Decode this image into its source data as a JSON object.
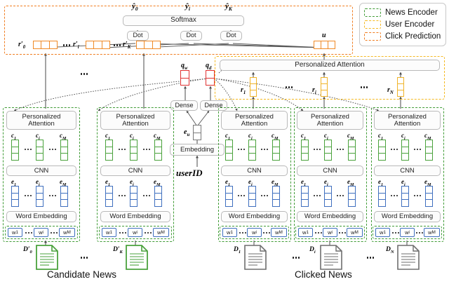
{
  "figure": {
    "type": "neural-network-architecture-diagram",
    "title": "Personalized news recommendation model (NPA-style) architecture"
  },
  "legend": {
    "items": [
      {
        "label": "News Encoder",
        "color": "#3f9b35"
      },
      {
        "label": "User Encoder",
        "color": "#f5b921"
      },
      {
        "label": "Click Prediction",
        "color": "#f07d20"
      }
    ]
  },
  "click_prediction": {
    "outputs": [
      {
        "label": "y̅0"
      },
      {
        "label": "y̅i"
      },
      {
        "label": "y̅K"
      }
    ],
    "softmax_label": "Softmax",
    "dot_label": "Dot",
    "dot_labels": [
      "Dot",
      "Dot",
      "Dot"
    ],
    "candidate_reps": [
      {
        "label": "r′0"
      },
      {
        "label": "r′i"
      },
      {
        "label": "r′K"
      }
    ],
    "user_rep": {
      "label": "u"
    }
  },
  "user_encoder": {
    "attention_label": "Personalized Attention",
    "clicked_reps": [
      {
        "label": "r1"
      },
      {
        "label": "ri"
      },
      {
        "label": "rN"
      }
    ]
  },
  "query_branch": {
    "queries": [
      {
        "label": "qw"
      },
      {
        "label": "qd"
      }
    ],
    "dense_labels": [
      "Dense",
      "Dense"
    ],
    "user_embedding": {
      "label": "eu"
    },
    "embedding_label": "Embedding",
    "userid_label": "userID"
  },
  "news_encoder": {
    "attention_label": "Personalized Attention",
    "cnn_label": "CNN",
    "word_embedding_label": "Word Embedding",
    "context_reps": [
      {
        "label": "c1"
      },
      {
        "label": "ci"
      },
      {
        "label": "cM"
      }
    ],
    "word_reps": [
      {
        "label": "e1"
      },
      {
        "label": "ei"
      },
      {
        "label": "eM"
      }
    ],
    "word_tokens": [
      {
        "label": "w1"
      },
      {
        "label": "wi"
      },
      {
        "label": "wM"
      }
    ]
  },
  "candidate_news": {
    "caption": "Candidate News",
    "documents": [
      {
        "label": "D′0"
      },
      {
        "label": "D′K"
      }
    ]
  },
  "clicked_news": {
    "caption": "Clicked News",
    "documents": [
      {
        "label": "D1"
      },
      {
        "label": "Di"
      },
      {
        "label": "DN"
      }
    ]
  },
  "colors": {
    "news_encoder": "#3f9b35",
    "user_encoder": "#f5b921",
    "click_prediction": "#f07d20",
    "context_vector": "#4aa23c",
    "word_vector": "#3f6fbf",
    "candidate_vector": "#f08a26",
    "clicked_vector": "#f0b429",
    "query_vector": "#e03131",
    "user_embedding_vector": "#7a7a7a",
    "candidate_doc": "#4aa23c",
    "clicked_doc": "#7a7a7a"
  }
}
